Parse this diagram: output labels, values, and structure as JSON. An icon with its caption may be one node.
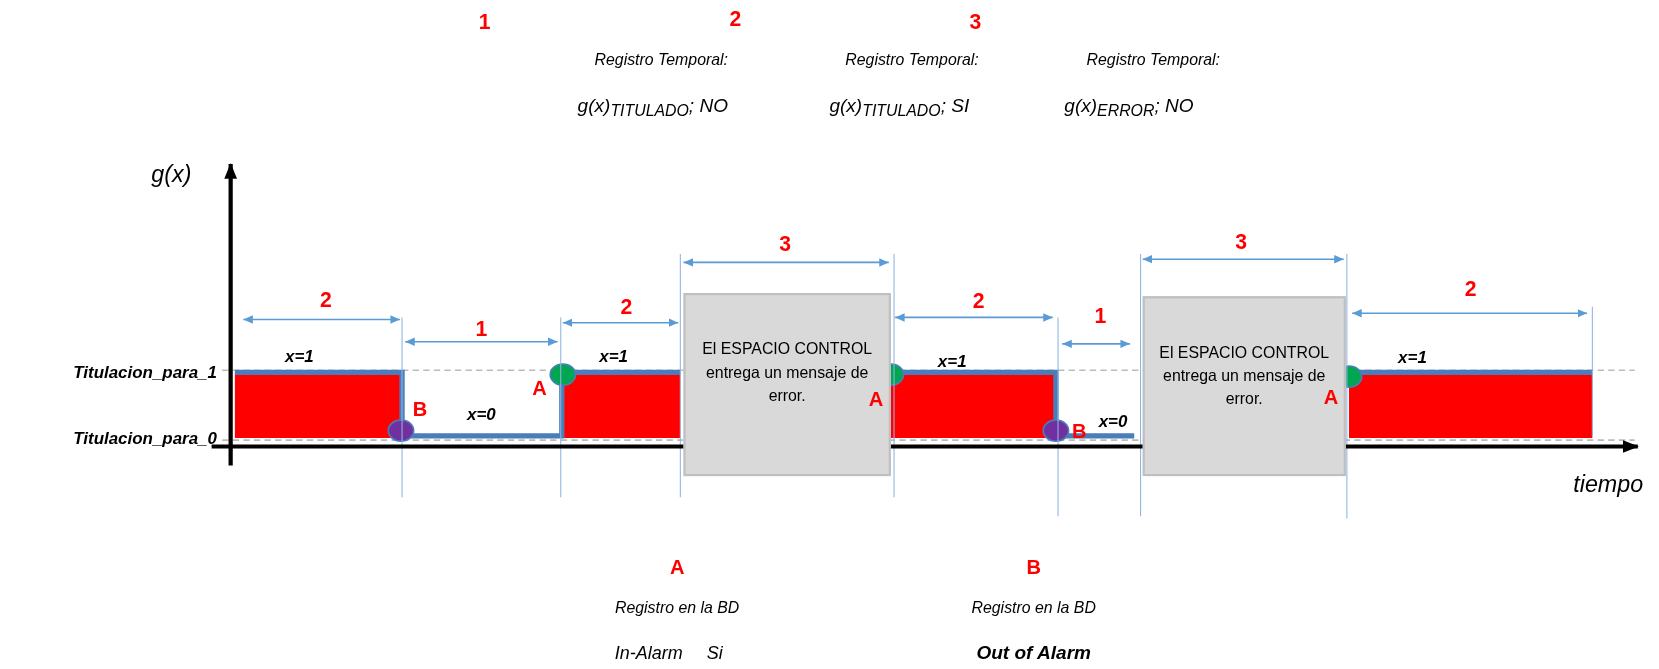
{
  "diagram": {
    "nodes": [
      {
        "text": [
          "El ESPACIO CONTROL entrega un mensaje de error."
        ]
      },
      {
        "text": [
          "El ESPACIO CONTROL entrega un mensaje de error."
        ]
      }
    ],
    "labels": [
      "1",
      "2",
      "3",
      "Registro Temporal:",
      "Registro Temporal:",
      "Registro Temporal:",
      "g(x)$_{TITULADO}$; NO",
      "g(x)$_{TITULADO}$; SI",
      "g(x)$_{ERROR}$; NO",
      "g(x)",
      "2",
      "1",
      "2",
      "3",
      "2",
      "1",
      "3",
      "2",
      "x=1",
      "x=1",
      "x=1",
      "x=1",
      "Titulacion_para_1",
      "A",
      "A",
      "A",
      "B",
      "x=0",
      "B",
      "x=0",
      "Titulacion_para_0",
      "tiempo",
      "A",
      "B",
      "Registro en la BD",
      "Registro en la BD",
      "In-Alarm Si",
      "Out of Alarm"
    ]
  }
}
